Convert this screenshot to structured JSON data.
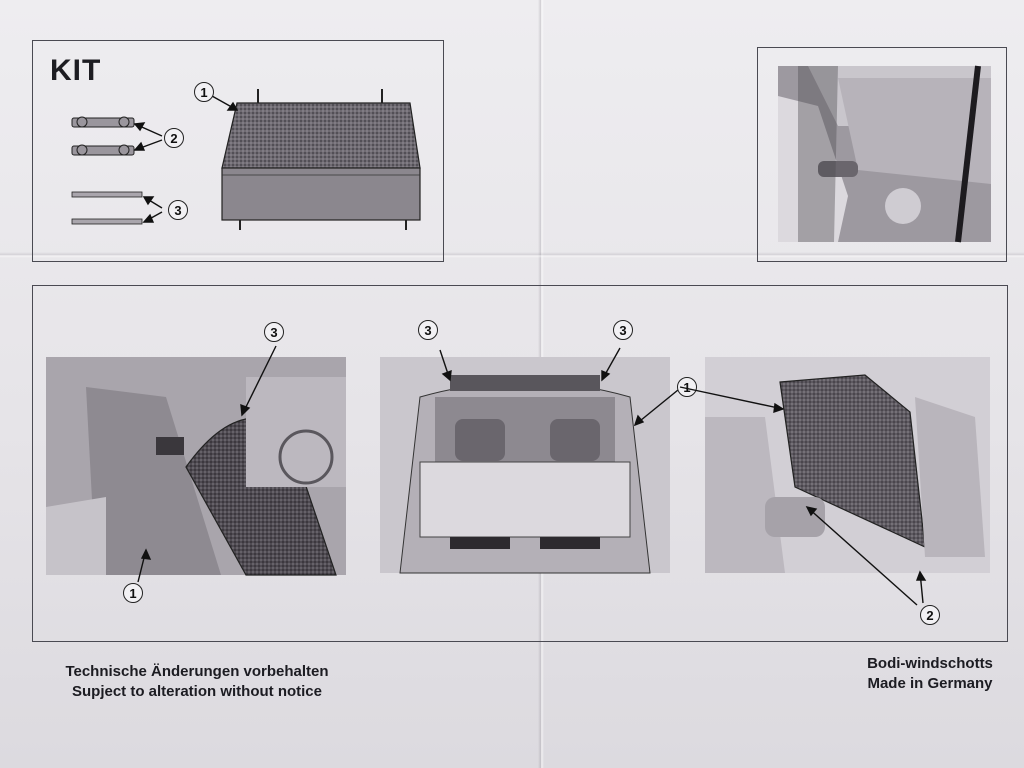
{
  "kit": {
    "title": "KIT",
    "callouts": [
      "1",
      "2",
      "3"
    ]
  },
  "steps": {
    "step1_callouts": [
      "3",
      "1"
    ],
    "step2_callouts": [
      "3",
      "3",
      "1"
    ],
    "step3_callouts": [
      "2"
    ]
  },
  "footer": {
    "left_line1": "Technische Änderungen vorbehalten",
    "left_line2": "Supject to alteration without notice",
    "right_line1": "Bodi-windschotts",
    "right_line2": "Made in Germany"
  },
  "colors": {
    "paper": "#e9e7ea",
    "ink": "#1d1d22"
  }
}
